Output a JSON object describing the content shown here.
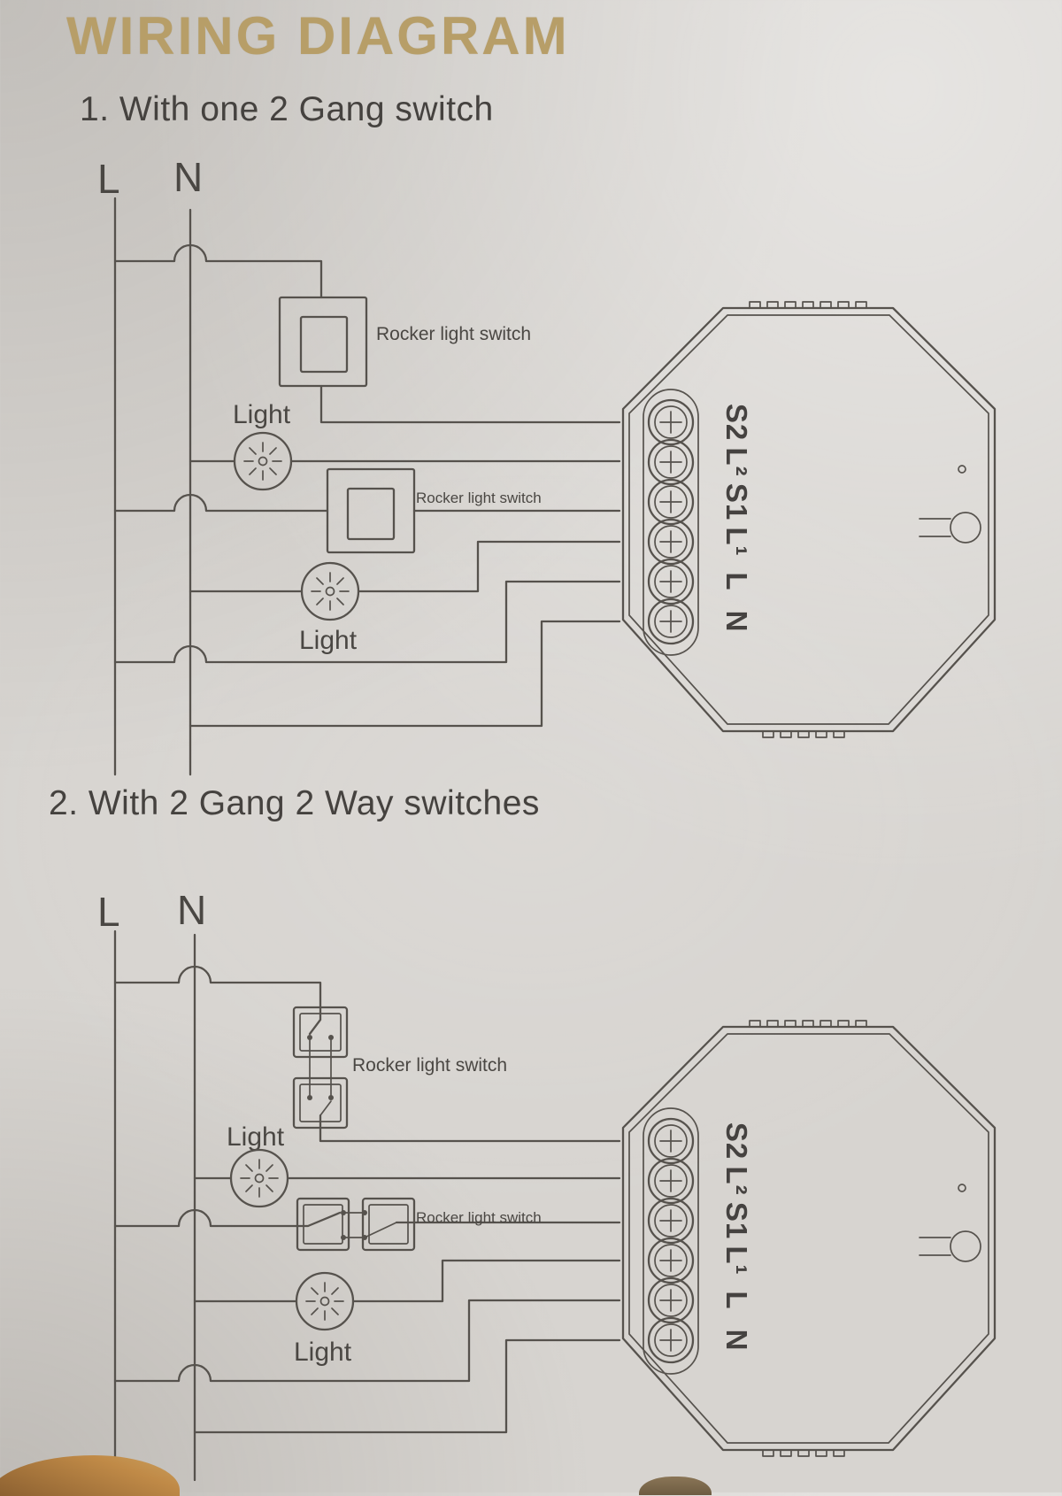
{
  "title": "WIRING DIAGRAM",
  "colors": {
    "title_gold": "#b79e68",
    "ink": "#56524d",
    "paper": "#d7d4d0",
    "heading": "#45423f",
    "table_wood": "#b07c3e"
  },
  "icons": {
    "light_bulb": "sun-burst-circle",
    "screw_terminal": "phillips-screw-circle",
    "status_led": "small-dot",
    "reset_button": "keyhole-with-prongs",
    "wire_hop": "semicircle-bridge"
  },
  "sections": [
    {
      "heading": "1. With one 2 Gang switch",
      "live_label": "L",
      "neutral_label": "N",
      "switch1_label": "Rocker light switch",
      "switch2_label": "Rocker light switch",
      "light1_label": "Light",
      "light2_label": "Light",
      "module": {
        "terminals": [
          "S2",
          "L²",
          "S1",
          "L¹",
          "L",
          "N"
        ]
      }
    },
    {
      "heading": "2. With 2 Gang 2 Way switches",
      "live_label": "L",
      "neutral_label": "N",
      "switch1_label": "Rocker light switch",
      "switch2_label": "Rocker light switch",
      "light1_label": "Light",
      "light2_label": "Light",
      "module": {
        "terminals": [
          "S2",
          "L²",
          "S1",
          "L¹",
          "L",
          "N"
        ]
      }
    }
  ]
}
